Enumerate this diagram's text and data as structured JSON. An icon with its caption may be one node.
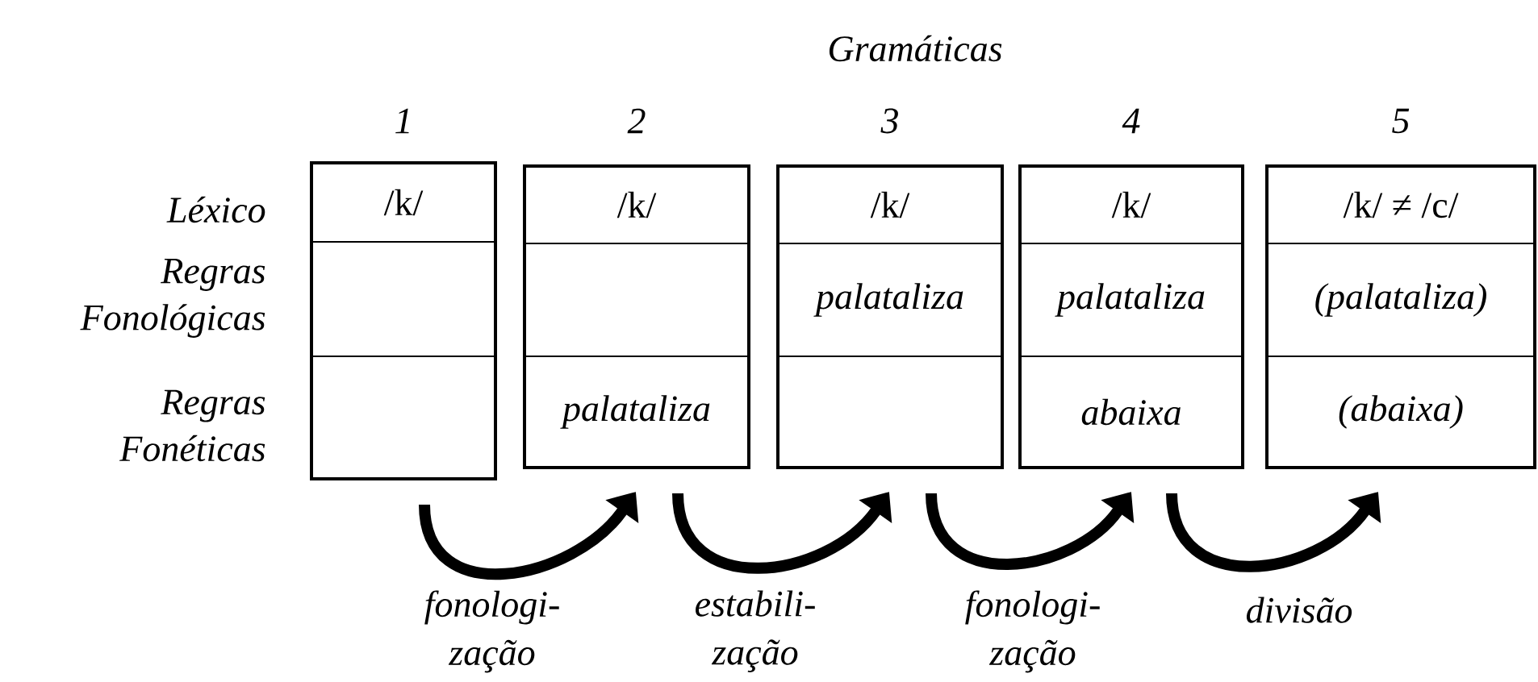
{
  "diagram": {
    "title": "Gramáticas",
    "nodes": [
      {
        "text": [
          "1"
        ]
      },
      {
        "text": [
          "/k/"
        ],
        "in": 0
      },
      {
        "text": [],
        "shape": "box",
        "in": 0
      },
      {
        "text": [],
        "shape": "box",
        "in": 0
      },
      {
        "text": [
          "2"
        ]
      },
      {
        "text": [
          "/k/"
        ],
        "in": 4
      },
      {
        "text": [],
        "shape": "box",
        "in": 4
      },
      {
        "text": [
          "palataliza"
        ],
        "in": 4
      },
      {
        "text": [
          "3"
        ]
      },
      {
        "text": [
          "/k/"
        ],
        "in": 8
      },
      {
        "text": [
          "palataliza"
        ],
        "in": 8
      },
      {
        "text": [],
        "shape": "box",
        "in": 8
      },
      {
        "text": [
          "4"
        ]
      },
      {
        "text": [
          "/k/"
        ],
        "in": 12
      },
      {
        "text": [
          "palataliza"
        ],
        "in": 12
      },
      {
        "text": [
          "abaixa"
        ],
        "in": 12
      },
      {
        "text": [
          "5"
        ]
      },
      {
        "text": [
          "/k/ ≠ /c/"
        ],
        "in": 16
      },
      {
        "text": [
          "(palataliza)"
        ],
        "in": 16
      },
      {
        "text": [
          "(abaixa)"
        ],
        "in": 16
      }
    ],
    "edges": [
      {
        "from": 0,
        "to": 4,
        "arrow": "to",
        "label": "fonologi- zação"
      },
      {
        "from": 4,
        "to": 8,
        "arrow": "to",
        "label": "estabili- zação"
      },
      {
        "from": 8,
        "to": 12,
        "arrow": "to",
        "label": "fonologi- zação"
      },
      {
        "from": 12,
        "to": 16,
        "arrow": "to",
        "label": "divisão"
      }
    ],
    "labels": [
      "Léxico",
      "Regras Fonológicas",
      "Regras Fonéticas"
    ]
  }
}
